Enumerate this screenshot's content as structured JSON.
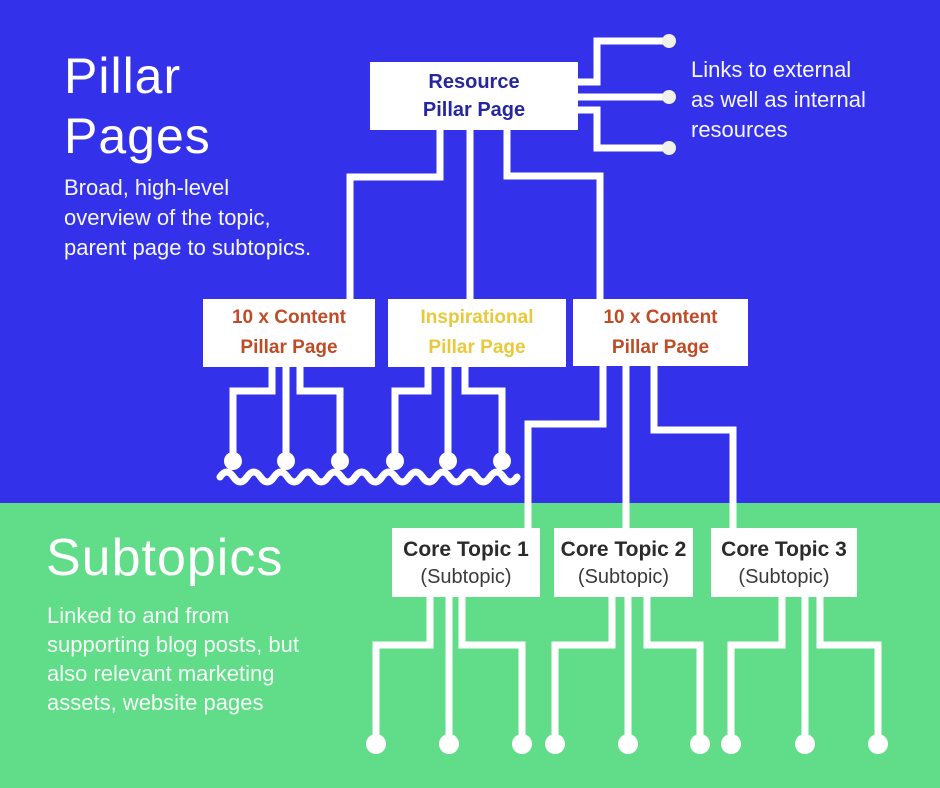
{
  "colors": {
    "pillar_background": "#3431ea",
    "subtopics_background": "#61dc89",
    "wire_white": "#ffffff",
    "resource_text": "#26269e",
    "content_text_orange": "#bf4b27",
    "content_text_yellow": "#e8c93c",
    "core_text": "#2b2b2b"
  },
  "pillar": {
    "title_lines": [
      "Pillar",
      "Pages"
    ],
    "description_lines": [
      "Broad, high-level",
      "overview of the topic,",
      "parent page to subtopics."
    ],
    "resource_box": {
      "line1": "Resource",
      "line2": "Pillar Page"
    },
    "external_note_lines": [
      "Links to external",
      "as well as internal",
      "resources"
    ],
    "content_boxes": [
      {
        "line1": "10 x Content",
        "line2": "Pillar Page",
        "text_color": "#bf4b27"
      },
      {
        "line1": "Inspirational",
        "line2": "Pillar Page",
        "text_color": "#e8c93c"
      },
      {
        "line1": "10 x Content",
        "line2": "Pillar Page",
        "text_color": "#bf4b27"
      }
    ]
  },
  "subtopics": {
    "title": "Subtopics",
    "description_lines": [
      "Linked to and from",
      "supporting blog posts, but",
      "also relevant marketing",
      "assets, website pages"
    ],
    "core_boxes": [
      {
        "line1": "Core Topic 1",
        "line2": "(Subtopic)"
      },
      {
        "line1": "Core Topic 2",
        "line2": "(Subtopic)"
      },
      {
        "line1": "Core Topic 3",
        "line2": "(Subtopic)"
      }
    ]
  }
}
